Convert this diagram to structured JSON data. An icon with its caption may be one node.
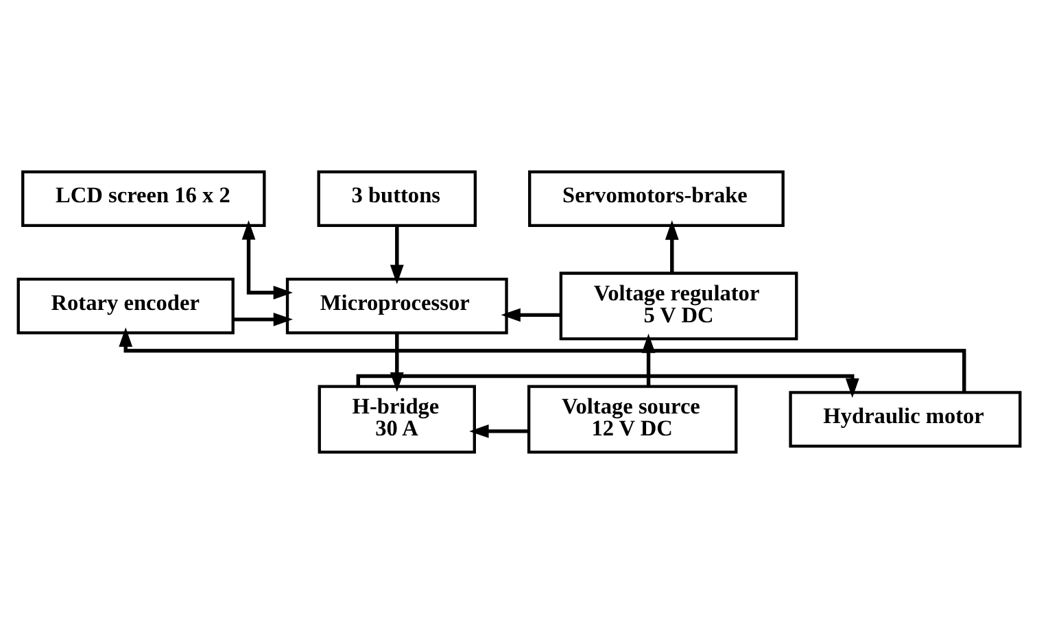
{
  "diagram": {
    "nodes": [
      {
        "text": [
          "LCD screen 16 x 2"
        ]
      },
      {
        "text": [
          "Servomotors-brake"
        ]
      },
      {
        "text": [
          "3 buttons"
        ]
      },
      {
        "text": [
          "Rotary encoder"
        ]
      },
      {
        "text": [
          "Microprocessor"
        ]
      },
      {
        "text": [
          "Voltage regulator",
          "5 V DC"
        ]
      },
      {
        "text": [
          "Hydraulic motor"
        ]
      },
      {
        "text": [
          "H-bridge",
          "30 A"
        ]
      },
      {
        "text": [
          "Voltage source",
          "12 V DC"
        ]
      }
    ],
    "edges": [
      {
        "from": 2,
        "to": 4,
        "arrow": "to"
      },
      {
        "from": 4,
        "to": 0,
        "arrow": "both"
      },
      {
        "from": 5,
        "to": 4,
        "arrow": "to"
      },
      {
        "from": 5,
        "to": 1,
        "arrow": "to"
      },
      {
        "from": 3,
        "to": 4,
        "arrow": "to"
      },
      {
        "from": 4,
        "to": 7,
        "arrow": "to"
      },
      {
        "from": 8,
        "to": 5,
        "arrow": "to"
      },
      {
        "from": 8,
        "to": 7,
        "arrow": "to"
      },
      {
        "from": 7,
        "to": 6,
        "arrow": "to"
      },
      {
        "from": 6,
        "to": 3,
        "arrow": "to"
      }
    ]
  }
}
